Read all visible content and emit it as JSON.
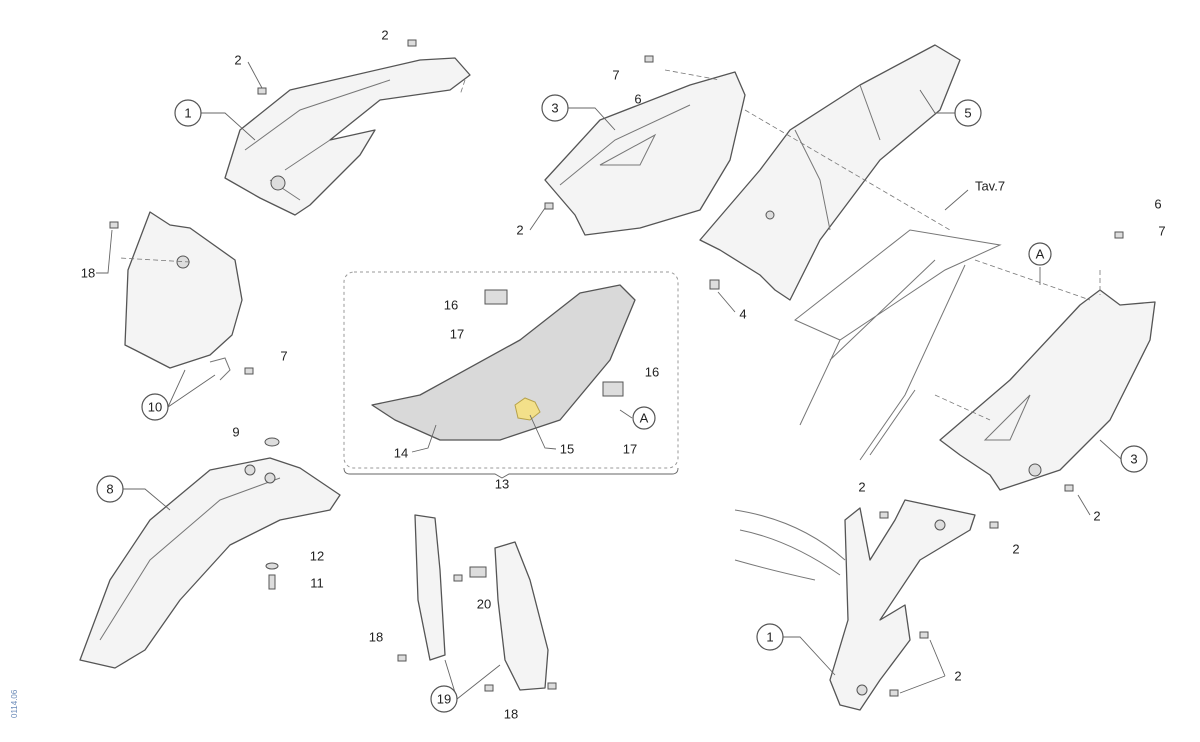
{
  "diagram": {
    "drawing_code": "0114.06",
    "reference": "Tav.7",
    "callouts": [
      "1",
      "2",
      "2",
      "3",
      "7",
      "6",
      "2",
      "5",
      "6",
      "7",
      "A",
      "4",
      "18",
      "7",
      "10",
      "16",
      "17",
      "16",
      "A",
      "17",
      "14",
      "15",
      "13",
      "3",
      "2",
      "9",
      "8",
      "12",
      "11",
      "2",
      "2",
      "20",
      "18",
      "19",
      "18",
      "1",
      "2"
    ],
    "colors": {
      "outline": "#555555",
      "fill": "#f4f4f4",
      "seat": "#d9d9d9",
      "label_15": "#f3e08a"
    }
  }
}
